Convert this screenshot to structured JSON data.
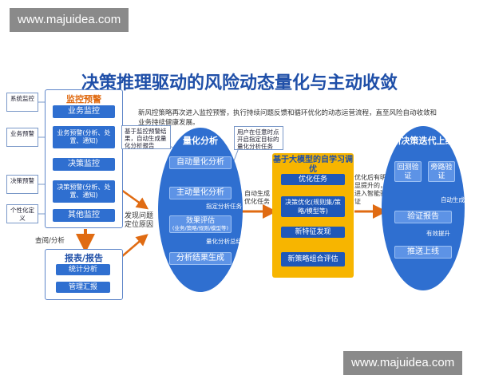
{
  "watermark_top": "www.majuidea.com",
  "watermark_bottom": "www.majuidea.com",
  "title": "决策推理驱动的风险动态量化与主动收敛",
  "description": "新风控策略再次进入监控预警，执行持续问题反馈和循环优化的动态运营流程，直至风险自动收敛和业务持续健康发展。",
  "side_labels": [
    "系统监控",
    "业务预警",
    "决策预警",
    "个性化定义"
  ],
  "monitor": {
    "title": "监控预警",
    "business_monitor": "业务监控",
    "business_alert": "业务预警(分析、处置、通知)",
    "decision_monitor": "决策监控",
    "decision_alert": "决策预警(分析、处置、通知)",
    "other_monitor": "其他监控"
  },
  "query_analysis": "查阅/分析",
  "report": {
    "title": "报表/报告",
    "stat": "统计分析",
    "mgmt": "管理汇报"
  },
  "discover_cause": "发现问题定位原因",
  "callout_left": "基于监控预警结果，自动生成量化分析报告",
  "quant": {
    "title": "量化分析",
    "auto": "自动量化分析",
    "manual": "主动量化分析",
    "specify": "指定分析任务",
    "eval": "效果评估",
    "eval_sub": "(业务/策略/规则/模型等)",
    "summary": "量化分析总结",
    "result": "分析结果生成"
  },
  "callout_mid": "用户在任意时点开启指定目标的量化分析任务",
  "auto_gen_opt": "自动生成优化任务",
  "selflearn": {
    "title": "基于大模型的自学习调优",
    "opt_task": "优化任务",
    "decision_opt": "决策优化(规则集/策略/模型等)",
    "new_feature": "新特征发现",
    "new_strategy": "新策略组合评估"
  },
  "opt_note": "优化后有明显提升的，进入智能验证",
  "newdec": {
    "title": "新决策迭代上线",
    "backtest": "回测验证",
    "bypass": "旁路验证",
    "auto_gen": "自动生成",
    "report": "验证报告",
    "improve": "有效提升",
    "launch": "推送上线"
  },
  "colors": {
    "title": "#1f4fa8",
    "primary": "#2f6fd0",
    "accent_orange": "#e06b12",
    "gold": "#f7b500"
  }
}
